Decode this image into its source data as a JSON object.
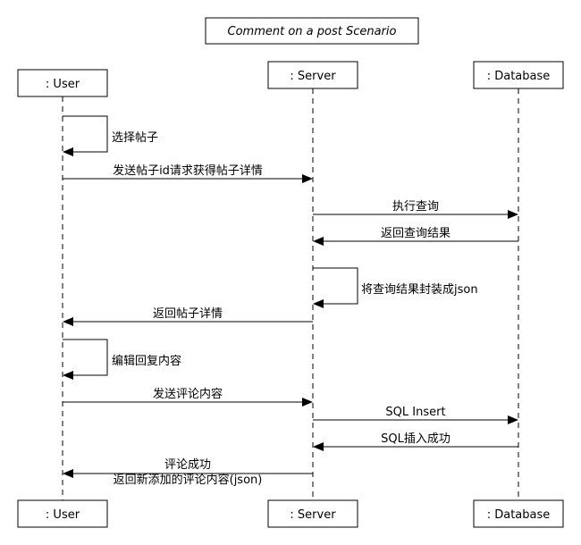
{
  "title": "Comment on a post Scenario",
  "participants": [
    {
      "id": "user",
      "label": ": User"
    },
    {
      "id": "server",
      "label": ": Server"
    },
    {
      "id": "database",
      "label": ": Database"
    }
  ],
  "messages": [
    {
      "from": "user",
      "to": "user",
      "kind": "self",
      "label": "选择帖子"
    },
    {
      "from": "user",
      "to": "server",
      "kind": "sync",
      "label": "发送帖子id请求获得帖子详情"
    },
    {
      "from": "server",
      "to": "database",
      "kind": "sync",
      "label": "执行查询"
    },
    {
      "from": "database",
      "to": "server",
      "kind": "return",
      "label": "返回查询结果"
    },
    {
      "from": "server",
      "to": "server",
      "kind": "self",
      "label": "将查询结果封装成json"
    },
    {
      "from": "server",
      "to": "user",
      "kind": "return",
      "label": "返回帖子详情"
    },
    {
      "from": "user",
      "to": "user",
      "kind": "self",
      "label": "编辑回复内容"
    },
    {
      "from": "user",
      "to": "server",
      "kind": "sync",
      "label": "发送评论内容"
    },
    {
      "from": "server",
      "to": "database",
      "kind": "sync",
      "label": "SQL Insert"
    },
    {
      "from": "database",
      "to": "server",
      "kind": "return",
      "label": "SQL插入成功"
    },
    {
      "from": "server",
      "to": "user",
      "kind": "return",
      "label": "评论成功",
      "label2": "返回新添加的评论内容(json)"
    }
  ]
}
